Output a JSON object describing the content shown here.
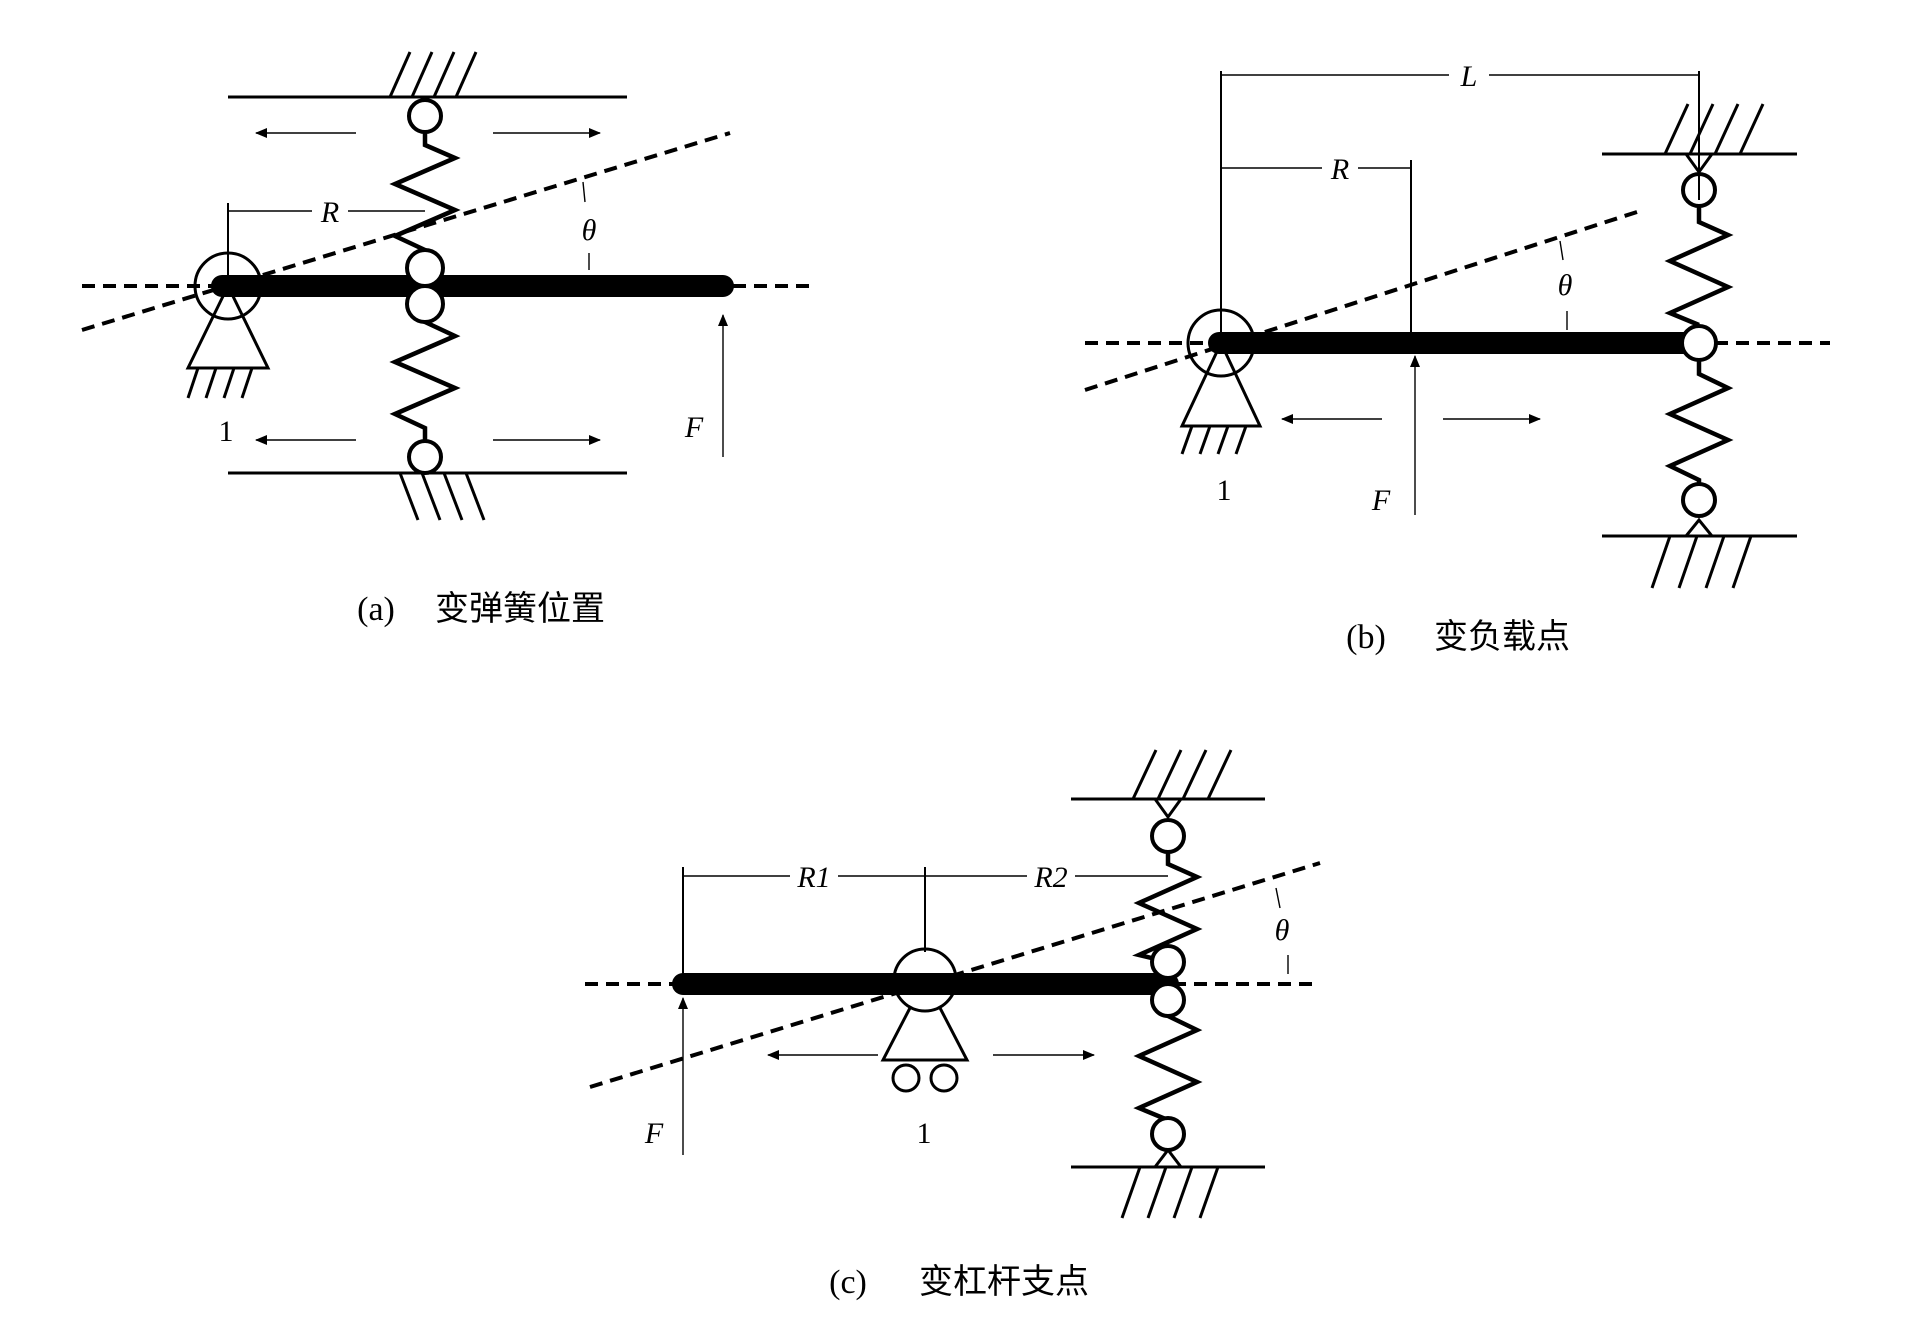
{
  "captions": {
    "a": {
      "tag": "(a)",
      "text": "变弹簧位置"
    },
    "b": {
      "tag": "(b)",
      "text": "变负载点"
    },
    "c": {
      "tag": "(c)",
      "text": "变杠杆支点"
    }
  },
  "labels": {
    "a": {
      "R": "R",
      "theta": "θ",
      "F": "F",
      "node": "1"
    },
    "b": {
      "L": "L",
      "R": "R",
      "theta": "θ",
      "F": "F",
      "node": "1"
    },
    "c": {
      "R1": "R1",
      "R2": "R2",
      "theta": "θ",
      "F": "F",
      "node": "1"
    }
  }
}
